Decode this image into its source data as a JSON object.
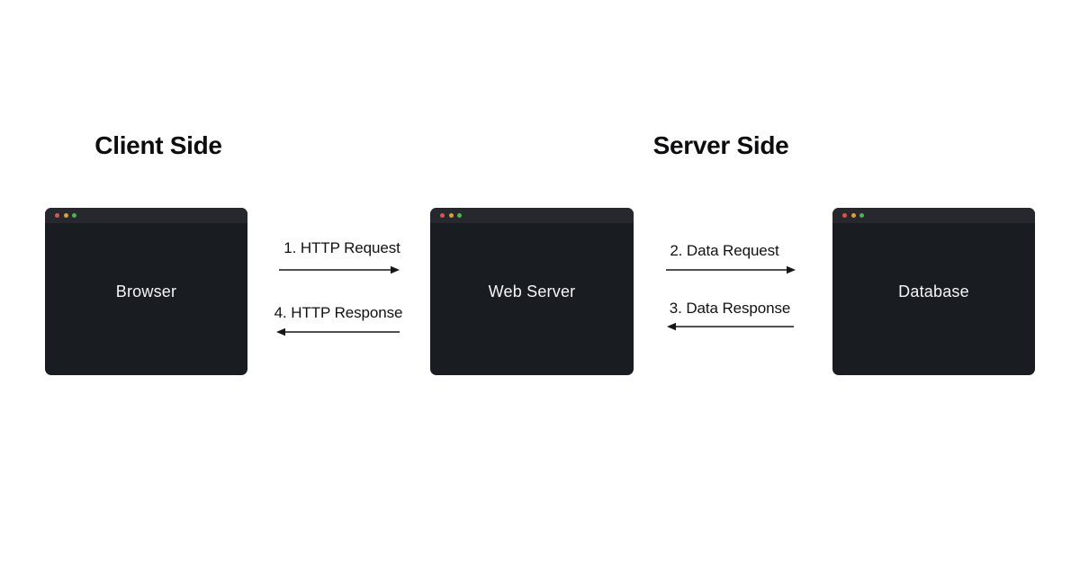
{
  "headings": {
    "client": "Client Side",
    "server": "Server Side"
  },
  "nodes": [
    {
      "id": "browser",
      "label": "Browser"
    },
    {
      "id": "web_server",
      "label": "Web Server"
    },
    {
      "id": "database",
      "label": "Database"
    }
  ],
  "flows": [
    {
      "label": "1. HTTP Request",
      "from": "browser",
      "to": "web_server",
      "direction": "right"
    },
    {
      "label": "4. HTTP Response",
      "from": "web_server",
      "to": "browser",
      "direction": "left"
    },
    {
      "label": "2. Data Request",
      "from": "web_server",
      "to": "database",
      "direction": "right"
    },
    {
      "label": "3. Data Response",
      "from": "database",
      "to": "web_server",
      "direction": "left"
    }
  ],
  "window_controls": [
    "close-dot",
    "minimize-dot",
    "zoom-dot"
  ],
  "colors": {
    "background": "#ffffff",
    "window_titlebar": "#26282e",
    "window_body": "#191c21",
    "node_text": "#f4f5f7",
    "heading_text": "#0d0d0f",
    "arrow": "#161616",
    "dot_red": "#dd5449",
    "dot_yellow": "#dfa032",
    "dot_green": "#4db353"
  }
}
